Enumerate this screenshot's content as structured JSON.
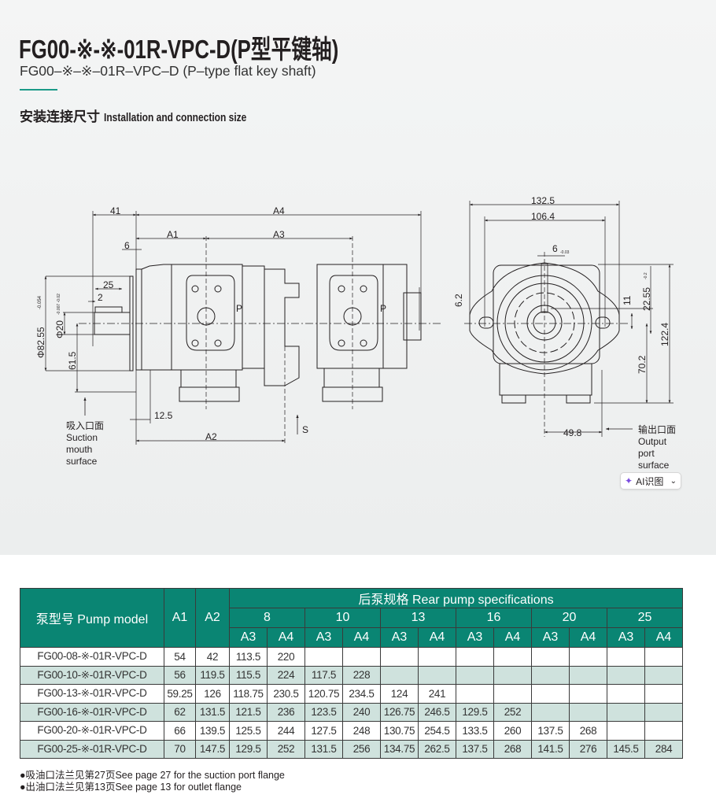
{
  "header": {
    "title": "FG00-※-※-01R-VPC-D(P型平键轴)",
    "subtitle": "FG00–※–※–01R–VPC–D (P–type flat key shaft)",
    "section_cn": "安装连接尺寸",
    "section_en": "Installation and connection size"
  },
  "drawing": {
    "side": {
      "d41": "41",
      "a4": "A4",
      "a1": "A1",
      "a3": "A3",
      "d6": "6",
      "d25": "25",
      "d2": "2",
      "phi82": "Φ82.55",
      "phi82_tol": "-0.054",
      "phi20": "Φ20",
      "phi20_tol": "-0.007 -0.02",
      "d615": "61.5",
      "d125": "12.5",
      "a2": "A2",
      "s": "S",
      "p1": "P",
      "p2": "P",
      "d62": "6.2",
      "suction_cn": "吸入口面",
      "suction_en1": "Suction",
      "suction_en2": "mouth",
      "suction_en3": "surface"
    },
    "end": {
      "d1325": "132.5",
      "d1064": "106.4",
      "key6": "6",
      "key6_tol": "-0.03",
      "d2255": "22.55",
      "d2255_tol": "-0.2",
      "d11": "11",
      "d1224": "122.4",
      "d702": "70.2",
      "d498": "49.8",
      "output_cn": "输出口面",
      "output_en1": "Output",
      "output_en2": "port",
      "output_en3": "surface"
    }
  },
  "ai_button": {
    "label": "AI识图"
  },
  "table": {
    "model_header": "泵型号 Pump model",
    "a1": "A1",
    "a2": "A2",
    "rear_header": "后泵规格 Rear pump specifications",
    "sizes": [
      "8",
      "10",
      "13",
      "16",
      "20",
      "25"
    ],
    "sub": [
      "A3",
      "A4"
    ],
    "rows": [
      {
        "model": "FG00-08-※-01R-VPC-D",
        "a1": "54",
        "a2": "42",
        "v": [
          "113.5",
          "220",
          "",
          "",
          "",
          "",
          "",
          "",
          "",
          "",
          "",
          ""
        ]
      },
      {
        "model": "FG00-10-※-01R-VPC-D",
        "a1": "56",
        "a2": "119.5",
        "v": [
          "115.5",
          "224",
          "117.5",
          "228",
          "",
          "",
          "",
          "",
          "",
          "",
          "",
          ""
        ]
      },
      {
        "model": "FG00-13-※-01R-VPC-D",
        "a1": "59.25",
        "a2": "126",
        "v": [
          "118.75",
          "230.5",
          "120.75",
          "234.5",
          "124",
          "241",
          "",
          "",
          "",
          "",
          "",
          ""
        ]
      },
      {
        "model": "FG00-16-※-01R-VPC-D",
        "a1": "62",
        "a2": "131.5",
        "v": [
          "121.5",
          "236",
          "123.5",
          "240",
          "126.75",
          "246.5",
          "129.5",
          "252",
          "",
          "",
          "",
          ""
        ]
      },
      {
        "model": "FG00-20-※-01R-VPC-D",
        "a1": "66",
        "a2": "139.5",
        "v": [
          "125.5",
          "244",
          "127.5",
          "248",
          "130.75",
          "254.5",
          "133.5",
          "260",
          "137.5",
          "268",
          "",
          ""
        ]
      },
      {
        "model": "FG00-25-※-01R-VPC-D",
        "a1": "70",
        "a2": "147.5",
        "v": [
          "129.5",
          "252",
          "131.5",
          "256",
          "134.75",
          "262.5",
          "137.5",
          "268",
          "141.5",
          "276",
          "145.5",
          "284"
        ]
      }
    ]
  },
  "notes": [
    "●吸油口法兰见第27页See page 27 for the suction port flange",
    "●出油口法兰见第13页See page 13 for outlet flange"
  ]
}
